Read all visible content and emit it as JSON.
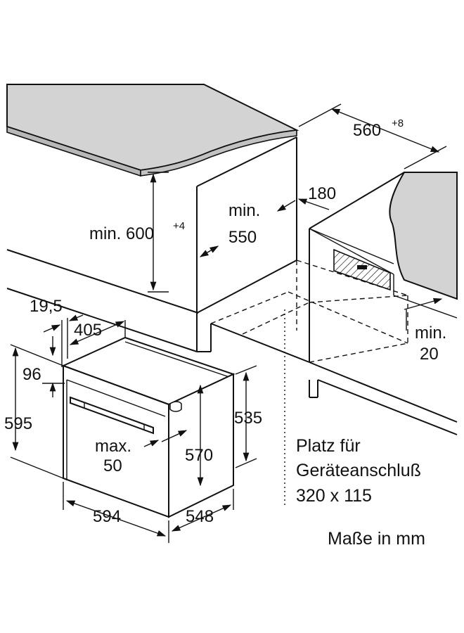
{
  "labels": {
    "width_cutout": "560",
    "width_cutout_tol": "+8",
    "height_cutout": "min. 600",
    "height_cutout_tol": "+4",
    "depth_min_1": "min.",
    "depth_min_2": "550",
    "vent_gap": "180",
    "rear_gap_1": "min.",
    "rear_gap_2": "20",
    "front_offset": "19,5",
    "top_depth": "405",
    "top_height": "96",
    "overall_height": "595",
    "body_height": "535",
    "inner_height": "570",
    "handle_max_1": "max.",
    "handle_max_2": "50",
    "overall_width": "594",
    "overall_depth": "548"
  },
  "notes": {
    "connection_1": "Platz für",
    "connection_2": "Geräteanschluß",
    "connection_3": "320 x 115",
    "units": "Maße in mm"
  }
}
